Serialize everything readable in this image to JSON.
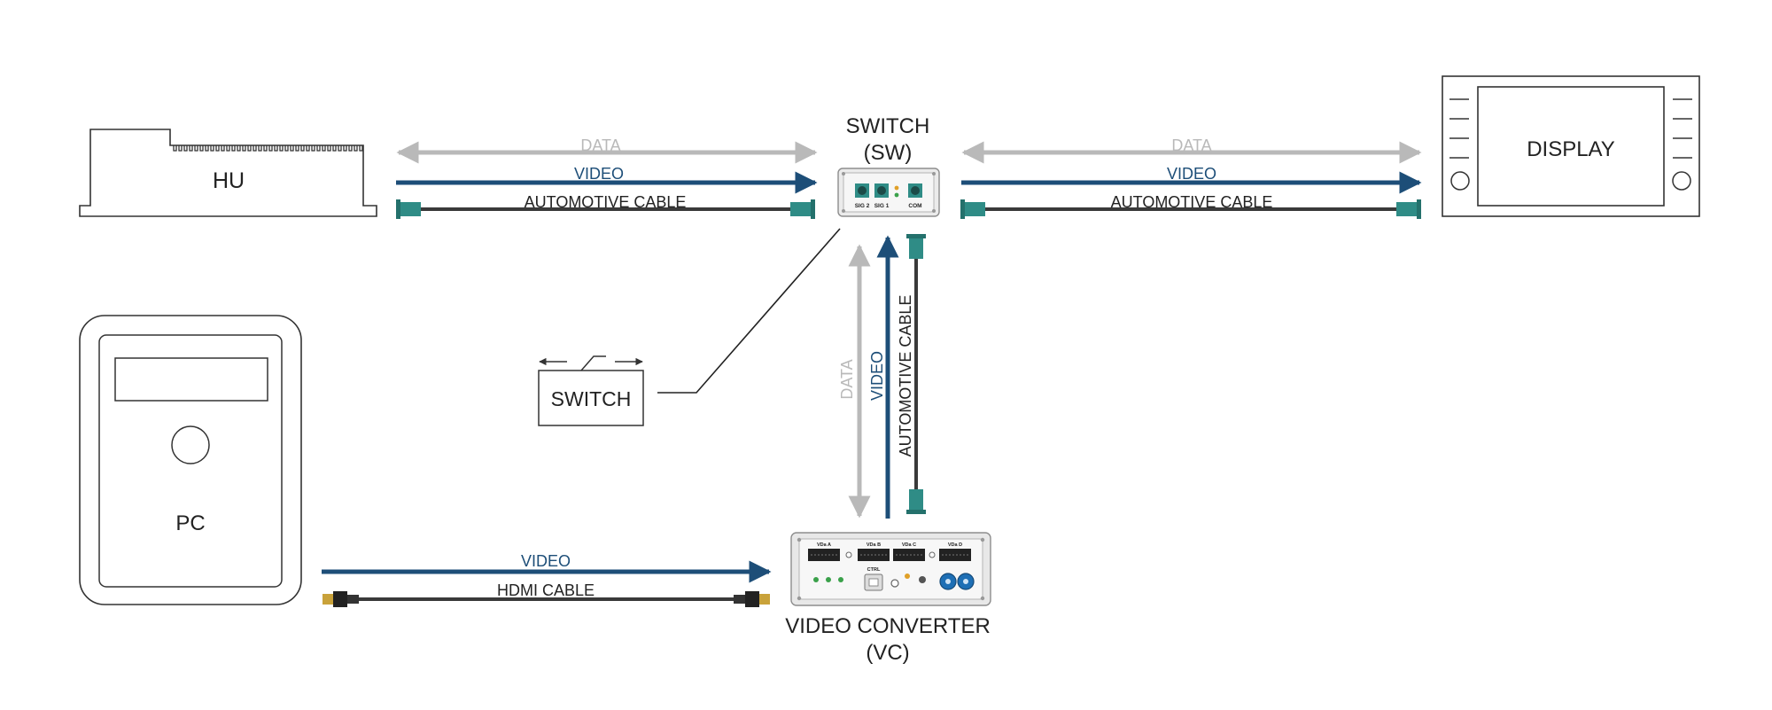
{
  "devices": {
    "hu": "HU",
    "display": "DISPLAY",
    "switch_title": "SWITCH",
    "switch_abbr": "(SW)",
    "switch_symbol": "SWITCH",
    "pc": "PC",
    "vc_title": "VIDEO CONVERTER",
    "vc_abbr": "(VC)"
  },
  "switch_ports": {
    "sig2": "SIG 2",
    "sig1": "SIG 1",
    "com": "COM"
  },
  "vc_ports": {
    "vda": "VDa A",
    "vdb": "VDa B",
    "vdc": "VDa C",
    "vdd": "VDa D",
    "ctrl": "CTRL"
  },
  "links": {
    "hu_sw": {
      "data": "DATA",
      "video": "VIDEO",
      "cable": "AUTOMOTIVE CABLE"
    },
    "sw_display": {
      "data": "DATA",
      "video": "VIDEO",
      "cable": "AUTOMOTIVE CABLE"
    },
    "vc_sw": {
      "data": "DATA",
      "video": "VIDEO",
      "cable": "AUTOMOTIVE CABLE"
    },
    "pc_vc": {
      "video": "VIDEO",
      "cable": "HDMI CABLE"
    }
  },
  "colors": {
    "data": "#b9b9b9",
    "video": "#1d4e78",
    "cable": "#3a3a3a",
    "connector": "#2f8c86",
    "outline": "#333333"
  }
}
